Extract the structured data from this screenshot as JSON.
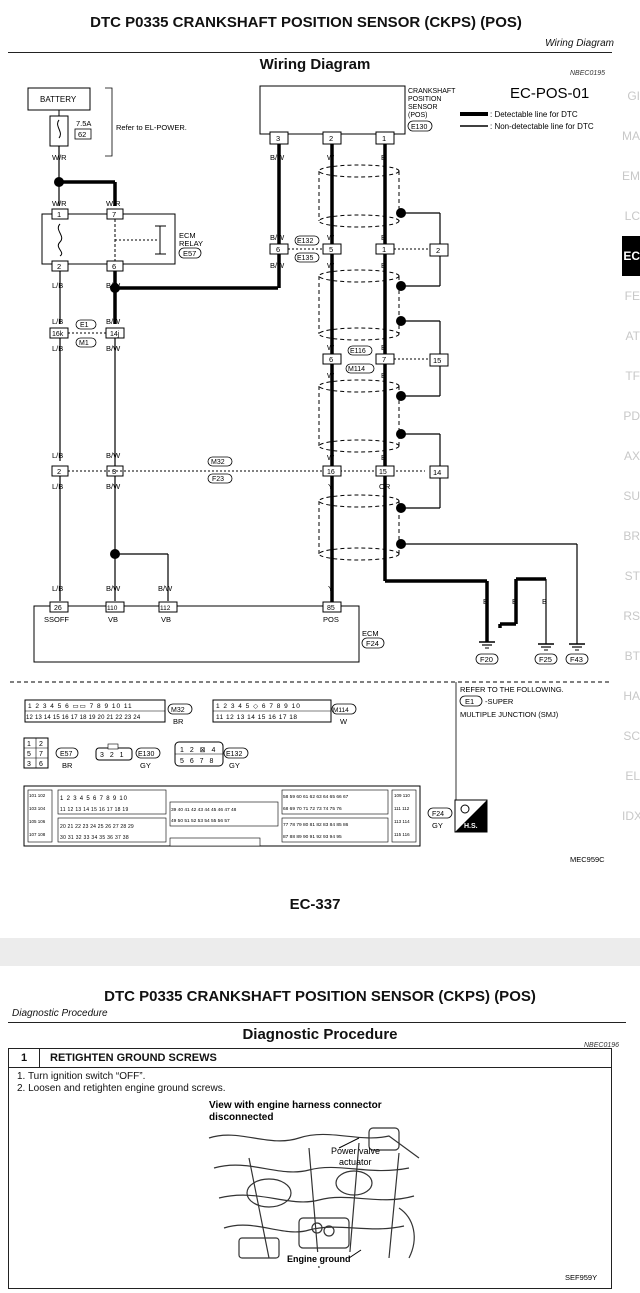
{
  "page1": {
    "header_title": "DTC P0335 CRANKSHAFT POSITION SENSOR (CKPS) (POS)",
    "header_sub": "Wiring Diagram",
    "section_title": "Wiring Diagram",
    "code_small": "NBEC0195",
    "diagram_id": "EC-POS-01",
    "legend": {
      "detectable": ": Detectable line for DTC",
      "non_detectable": ": Non-detectable line for DTC"
    },
    "labels": {
      "battery": "BATTERY",
      "fuse_amp": "7.5A",
      "fuse_num": "62",
      "refer_power": "Refer to EL-POWER.",
      "sensor_name_1": "CRANKSHAFT",
      "sensor_name_2": "POSITION",
      "sensor_name_3": "SENSOR",
      "sensor_name_4": "(POS)",
      "sensor_conn": "E130",
      "relay_1": "ECM",
      "relay_2": "RELAY",
      "relay_conn": "E57",
      "ecm": "ECM",
      "ecm_conn": "F24",
      "conn_e132": "E132",
      "conn_e135": "E135",
      "conn_e1": "E1",
      "conn_m1": "M1",
      "conn_e116": "E116",
      "conn_m114": "M114",
      "conn_m32": "M32",
      "conn_f23": "F23",
      "gnd_f20": "F20",
      "gnd_f25": "F25",
      "gnd_f43": "F43",
      "wire_wr": "W/R",
      "wire_lb": "L/B",
      "wire_bw": "B/W",
      "wire_w": "W",
      "wire_b": "B",
      "wire_y": "Y",
      "wire_or": "OR",
      "pin_ssoff": "SSOFF",
      "pin_vb": "VB",
      "pin_pos": "POS",
      "refer_following": "REFER TO THE FOLLOWING.",
      "super": "-SUPER",
      "smj": "MULTIPLE JUNCTION (SMJ)",
      "conn_br": "BR",
      "conn_w": "W",
      "conn_gy": "GY",
      "hs": "H.S.",
      "figure_code": "MEC959C"
    },
    "page_number": "EC-337",
    "side_tabs": [
      "GI",
      "MA",
      "EM",
      "LC",
      "EC",
      "FE",
      "AT",
      "TF",
      "PD",
      "AX",
      "SU",
      "BR",
      "ST",
      "RS",
      "BT",
      "HA",
      "SC",
      "EL",
      "IDX"
    ],
    "active_tab": "EC"
  },
  "page2": {
    "header_title": "DTC P0335 CRANKSHAFT POSITION SENSOR (CKPS) (POS)",
    "header_sub": "Diagnostic Procedure",
    "section_title": "Diagnostic Procedure",
    "code_small": "NBEC0196",
    "step_number": "1",
    "step_title": "RETIGHTEN GROUND SCREWS",
    "instructions": [
      "1.  Turn ignition switch “OFF”.",
      "2.  Loosen and retighten engine ground screws."
    ],
    "figure_caption_1": "View with engine harness connector",
    "figure_caption_2": "disconnected",
    "figure_label_valve_1": "Power valve",
    "figure_label_valve_2": "actuator",
    "figure_label_ground": "Engine ground",
    "figure_code": "SEF959Y"
  }
}
